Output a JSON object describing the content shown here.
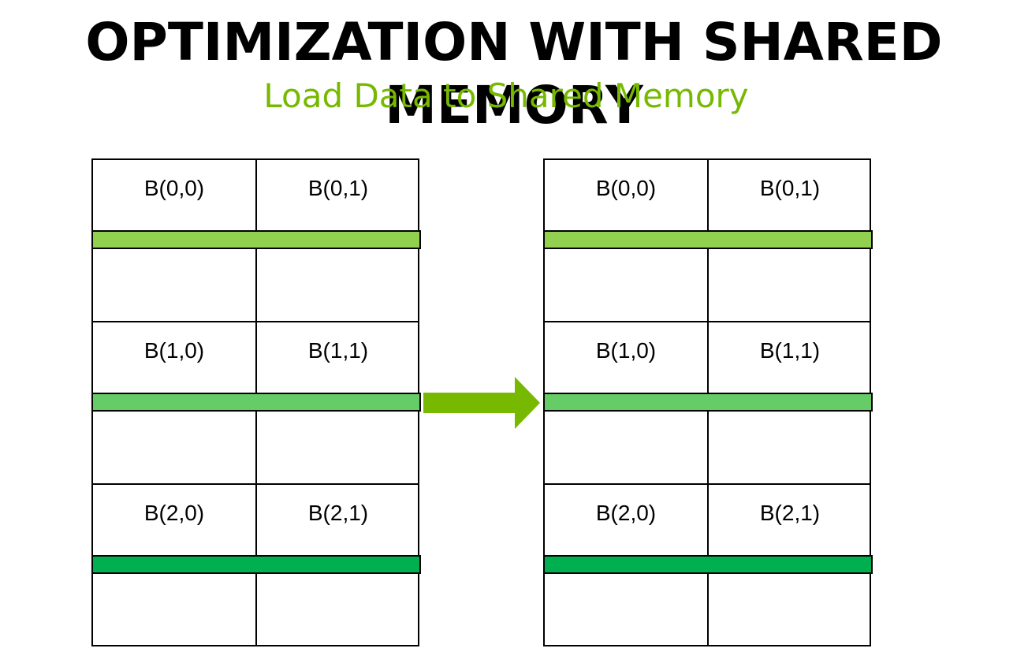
{
  "title": "OPTIMIZATION WITH SHARED MEMORY",
  "subtitle": "Load Data to Shared Memory",
  "colors": {
    "subtitle": "#76b900",
    "bar_row0": "#92d050",
    "bar_row1": "#66cc66",
    "bar_row2": "#00b050",
    "arrow": "#76b900"
  },
  "grids": {
    "left": {
      "labels": [
        "B(0,0)",
        "B(0,1)",
        "B(1,0)",
        "B(1,1)",
        "B(2,0)",
        "B(2,1)"
      ]
    },
    "right": {
      "labels": [
        "B(0,0)",
        "B(0,1)",
        "B(1,0)",
        "B(1,1)",
        "B(2,0)",
        "B(2,1)"
      ]
    }
  },
  "arrow_icon": "right-arrow-icon"
}
